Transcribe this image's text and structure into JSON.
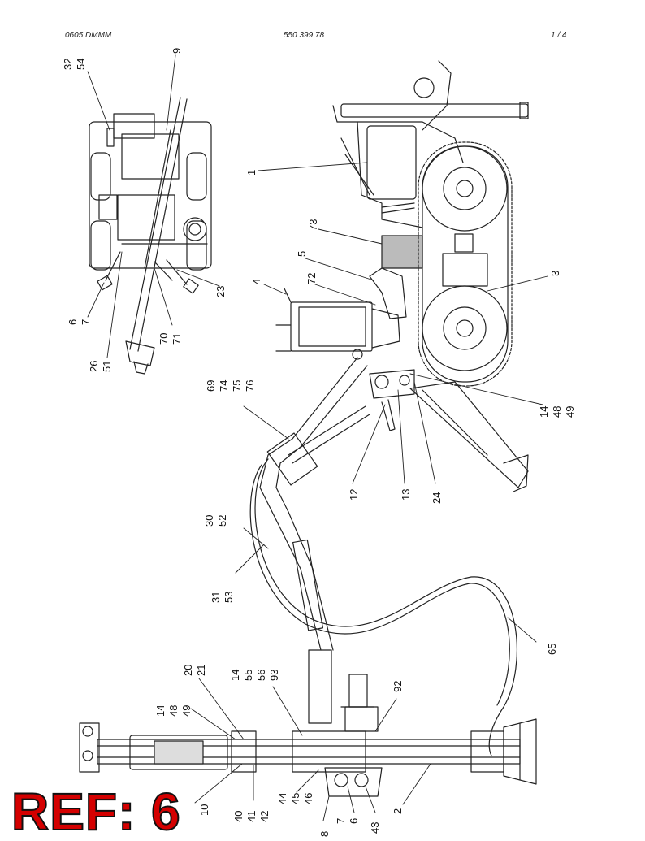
{
  "header": {
    "left": "0605 DMMM",
    "center": "550 399 78",
    "right": "1 /   4"
  },
  "ref_badge": "REF: 6",
  "callouts": [
    {
      "id": "c1",
      "lines": [
        "32",
        "54"
      ]
    },
    {
      "id": "c2",
      "lines": [
        "9"
      ]
    },
    {
      "id": "c3",
      "lines": [
        "1"
      ]
    },
    {
      "id": "c4",
      "lines": [
        "73"
      ]
    },
    {
      "id": "c5",
      "lines": [
        "5"
      ]
    },
    {
      "id": "c6",
      "lines": [
        "72"
      ]
    },
    {
      "id": "c7",
      "lines": [
        "4"
      ]
    },
    {
      "id": "c8",
      "lines": [
        "3"
      ]
    },
    {
      "id": "c9",
      "lines": [
        "6",
        "7"
      ]
    },
    {
      "id": "c10",
      "lines": [
        "23"
      ]
    },
    {
      "id": "c11",
      "lines": [
        "70",
        "71"
      ]
    },
    {
      "id": "c12",
      "lines": [
        "26",
        "51"
      ]
    },
    {
      "id": "c13",
      "lines": [
        "69",
        "74",
        "75",
        "76"
      ]
    },
    {
      "id": "c14",
      "lines": [
        "14",
        "48",
        "49"
      ]
    },
    {
      "id": "c15",
      "lines": [
        "12"
      ]
    },
    {
      "id": "c16",
      "lines": [
        "13"
      ]
    },
    {
      "id": "c17",
      "lines": [
        "24"
      ]
    },
    {
      "id": "c18",
      "lines": [
        "30",
        "52"
      ]
    },
    {
      "id": "c19",
      "lines": [
        "31",
        "53"
      ]
    },
    {
      "id": "c20",
      "lines": [
        "65"
      ]
    },
    {
      "id": "c21",
      "lines": [
        "20",
        "21"
      ]
    },
    {
      "id": "c22",
      "lines": [
        "14",
        "55",
        "56",
        "93"
      ]
    },
    {
      "id": "c23",
      "lines": [
        "92"
      ]
    },
    {
      "id": "c24",
      "lines": [
        "14",
        "48",
        "49"
      ]
    },
    {
      "id": "c25",
      "lines": [
        "10"
      ]
    },
    {
      "id": "c26",
      "lines": [
        "40",
        "41",
        "42"
      ]
    },
    {
      "id": "c27",
      "lines": [
        "44",
        "45",
        "46"
      ]
    },
    {
      "id": "c28",
      "lines": [
        "8"
      ]
    },
    {
      "id": "c29",
      "lines": [
        "7",
        "6"
      ]
    },
    {
      "id": "c30",
      "lines": [
        "43"
      ]
    },
    {
      "id": "c31",
      "lines": [
        "2"
      ]
    }
  ]
}
